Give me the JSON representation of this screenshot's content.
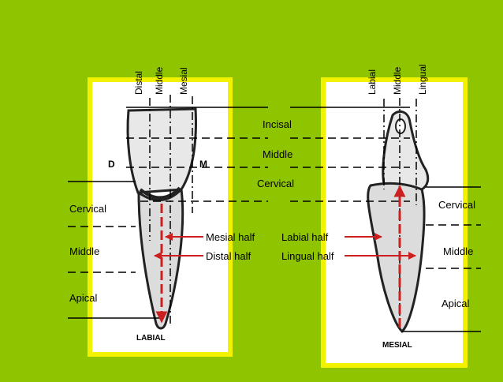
{
  "colors": {
    "background": "#8fc400",
    "panel_border": "#f2f200",
    "panel_fill": "#ffffff",
    "line": "#000000",
    "arrow": "#cc1f1f",
    "tooth_fill": "#e8e8e8",
    "tooth_stroke": "#222222"
  },
  "left_tooth": {
    "axis_labels": [
      "Distal",
      "Middle",
      "Mesial"
    ],
    "letter_distal": "D",
    "letter_mesial": "M",
    "caption": "LABIAL"
  },
  "right_tooth": {
    "axis_labels": [
      "Labial",
      "Middle",
      "Lingual"
    ],
    "caption": "MESIAL"
  },
  "crown_thirds": [
    "Incisal",
    "Middle",
    "Cervical"
  ],
  "root_thirds_left": [
    "Cervical",
    "Middle",
    "Apical"
  ],
  "root_thirds_right": [
    "Cervical",
    "Middle",
    "Apical"
  ],
  "halves_left": [
    "Mesial half",
    "Distal half"
  ],
  "halves_right": [
    "Labial half",
    "Lingual half"
  ]
}
